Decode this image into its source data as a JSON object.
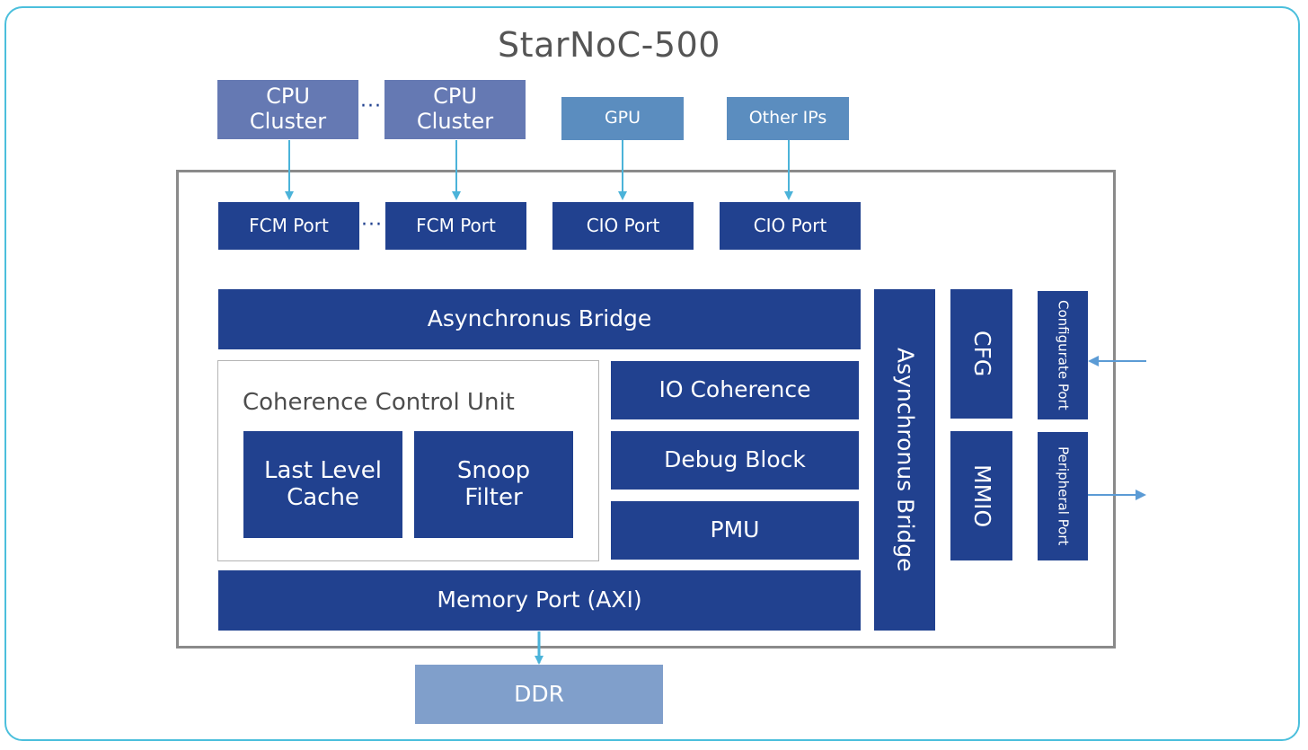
{
  "title": "StarNoC-500",
  "external_masters": [
    {
      "label": "CPU Cluster",
      "type": "cpu"
    },
    {
      "label": "CPU Cluster",
      "type": "cpu"
    },
    {
      "label": "GPU",
      "type": "ip"
    },
    {
      "label": "Other IPs",
      "type": "ip"
    }
  ],
  "ellipsis": "···",
  "ports": [
    {
      "label": "FCM Port"
    },
    {
      "label": "FCM Port"
    },
    {
      "label": "CIO Port"
    },
    {
      "label": "CIO Port"
    }
  ],
  "blocks": {
    "async_bridge_top": "Asynchronus Bridge",
    "coherence_control_unit": "Coherence Control Unit",
    "last_level_cache": "Last Level Cache",
    "snoop_filter": "Snoop Filter",
    "io_coherence": "IO Coherence",
    "debug_block": "Debug Block",
    "pmu": "PMU",
    "memory_port": "Memory Port (AXI)",
    "async_bridge_vertical": "Asynchronus Bridge",
    "cfg": "CFG",
    "mmio": "MMIO",
    "configurate_port": "Configurate Port",
    "peripheral_port": "Peripheral Port"
  },
  "ddr": "DDR",
  "colors": {
    "block_dark": "#21418f",
    "cpu_cluster": "#6579b3",
    "ip_block": "#5b8dbf",
    "ddr": "#809fcb",
    "arrow": "#4bb3d9",
    "frame": "#4bbfdc",
    "soc_border": "#8a8a8a"
  }
}
